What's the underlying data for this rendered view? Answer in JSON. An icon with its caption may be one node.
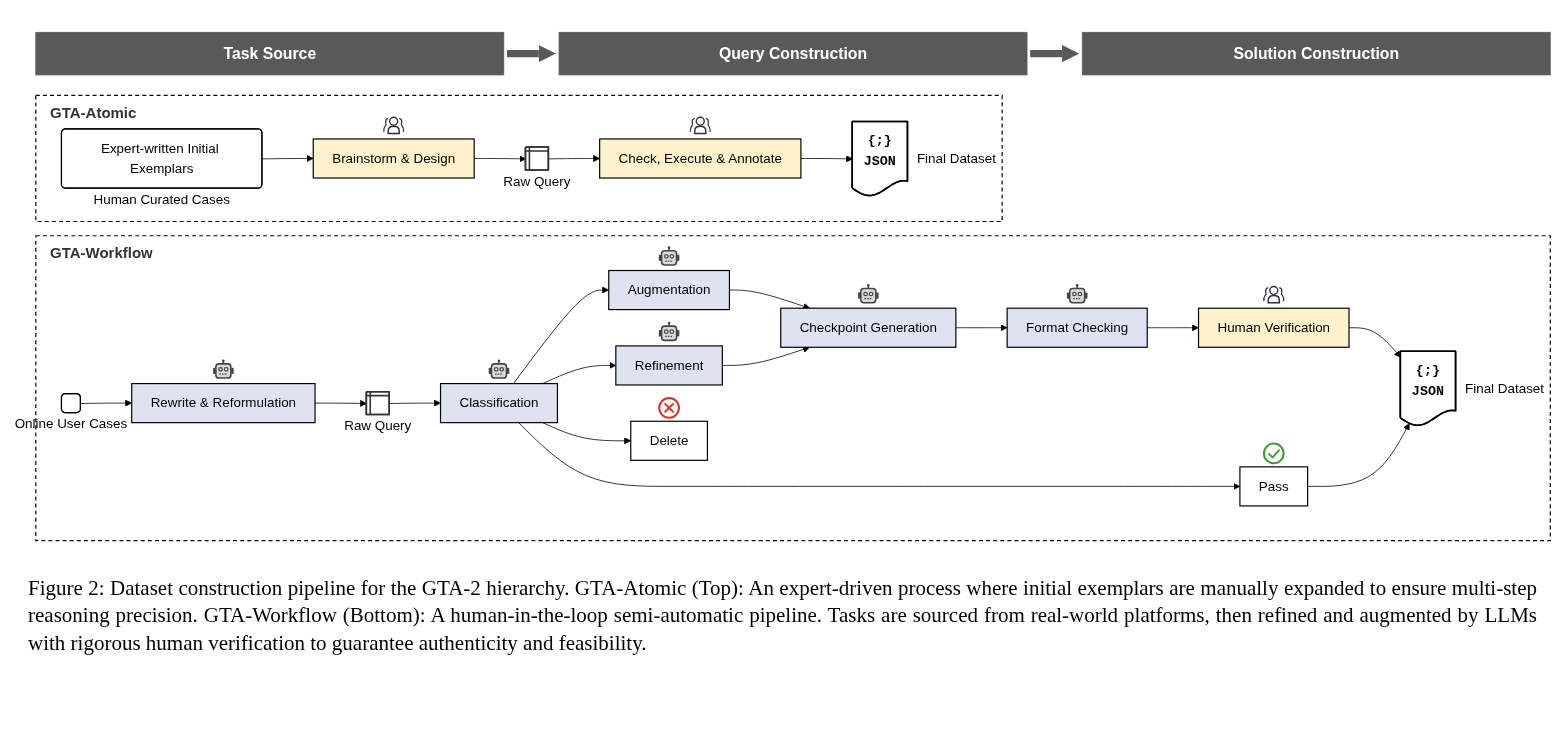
{
  "diagram": {
    "nodes": [
      {
        "text": [
          "Task Source"
        ]
      },
      {
        "text": [
          "Query Construction"
        ]
      },
      {
        "text": [
          "Solution Construction"
        ]
      },
      {
        "text": [
          "GTA-Atomic"
        ]
      },
      {
        "text": [
          "Expert-written Initial Exemplars"
        ],
        "beside": [
          "Human Curated Cases"
        ],
        "in": 3
      },
      {
        "text": [
          "Brainstorm & Design"
        ],
        "in": 3
      },
      {
        "text": [],
        "shape": "table",
        "beside": [
          "Raw Query"
        ],
        "in": 3
      },
      {
        "text": [
          "Check, Execute & Annotate"
        ],
        "in": 3
      },
      {
        "text": [
          "{;}",
          "JSON"
        ],
        "beside": [
          "Final Dataset"
        ],
        "in": 3
      },
      {
        "text": [
          "GTA-Workflow"
        ]
      },
      {
        "text": [],
        "shape": "box",
        "beside": [
          "Online User Cases"
        ],
        "in": 9
      },
      {
        "text": [
          "Rewrite & Reformulation"
        ],
        "in": 9
      },
      {
        "text": [],
        "shape": "table",
        "beside": [
          "Raw Query"
        ],
        "in": 9
      },
      {
        "text": [
          "Classification"
        ],
        "in": 9
      },
      {
        "text": [
          "Augmentation"
        ],
        "in": 9
      },
      {
        "text": [
          "Refinement"
        ],
        "in": 9
      },
      {
        "text": [
          "Pass"
        ],
        "in": 9
      },
      {
        "text": [
          "Delete"
        ],
        "in": 9
      },
      {
        "text": [
          "Checkpoint Generation"
        ],
        "in": 9
      },
      {
        "text": [
          "Format Checking"
        ],
        "in": 9
      },
      {
        "text": [
          "Human Verification"
        ],
        "in": 9
      },
      {
        "text": [
          "{;}",
          "JSON"
        ],
        "beside": [
          "Final Dataset"
        ],
        "in": 9
      }
    ],
    "edges": [
      {
        "from": 0,
        "to": 1,
        "arrow": "to",
        "style": "thick",
        "color": "#595959"
      },
      {
        "from": 1,
        "to": 2,
        "arrow": "to",
        "style": "thick",
        "color": "#595959"
      },
      {
        "from": 4,
        "to": 5,
        "arrow": "to"
      },
      {
        "from": 5,
        "to": 6,
        "arrow": "to"
      },
      {
        "from": 6,
        "to": 7,
        "arrow": "to"
      },
      {
        "from": 7,
        "to": 8,
        "arrow": "to"
      },
      {
        "from": 10,
        "to": 11,
        "arrow": "to"
      },
      {
        "from": 11,
        "to": 12,
        "arrow": "to"
      },
      {
        "from": 12,
        "to": 13,
        "arrow": "to"
      },
      {
        "from": 13,
        "to": 14,
        "arrow": "to"
      },
      {
        "from": 13,
        "to": 15,
        "arrow": "to"
      },
      {
        "from": 13,
        "to": 16,
        "arrow": "to"
      },
      {
        "from": 13,
        "to": 17,
        "arrow": "to"
      },
      {
        "from": 14,
        "to": 18,
        "arrow": "to"
      },
      {
        "from": 15,
        "to": 18,
        "arrow": "to"
      },
      {
        "from": 18,
        "to": 19,
        "arrow": "to"
      },
      {
        "from": 19,
        "to": 20,
        "arrow": "to"
      },
      {
        "from": 20,
        "to": 21,
        "arrow": "to"
      },
      {
        "from": 16,
        "to": 21,
        "arrow": "to"
      }
    ],
    "caption": "Figure 2: Dataset construction pipeline for the GTA-2 hierarchy. GTA-Atomic (Top): An expert-driven process where initial exemplars are manually expanded to ensure multi-step reasoning precision. GTA-Workflow (Bottom): A human-in-the-loop semi-automatic pipeline. Tasks are sourced from real-world platforms, then refined and augmented by LLMs with rigorous human verification to guarantee authenticity and feasibility."
  }
}
